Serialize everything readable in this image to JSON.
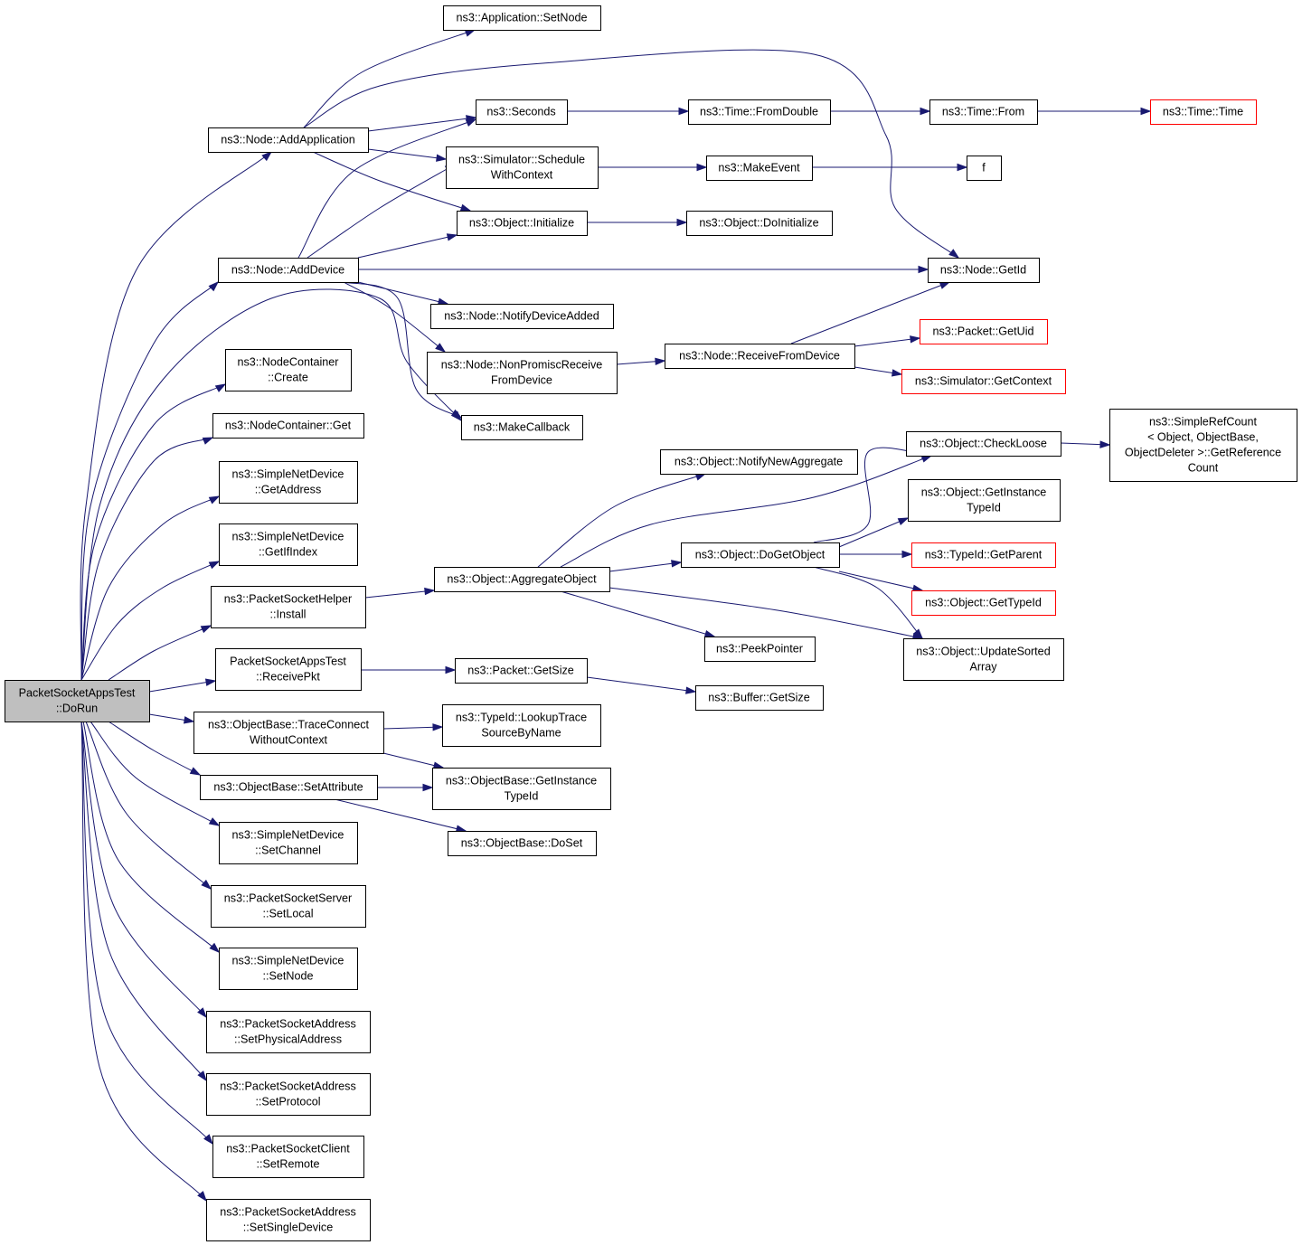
{
  "colors": {
    "edge": "#191970",
    "root_fill": "#bfbfbf",
    "node_fill": "#ffffff",
    "node_border": "#000000",
    "truncated_border": "#ff0000"
  },
  "nodes": [
    {
      "id": "root",
      "lines": [
        "PacketSocketAppsTest",
        "::DoRun"
      ],
      "style": "root"
    },
    {
      "id": "addApp",
      "lines": [
        "ns3::Node::AddApplication"
      ],
      "style": "plain"
    },
    {
      "id": "addDev",
      "lines": [
        "ns3::Node::AddDevice"
      ],
      "style": "plain"
    },
    {
      "id": "ncCreate",
      "lines": [
        "ns3::NodeContainer",
        "::Create"
      ],
      "style": "plain"
    },
    {
      "id": "ncGet",
      "lines": [
        "ns3::NodeContainer::Get"
      ],
      "style": "plain"
    },
    {
      "id": "sndGetAddr",
      "lines": [
        "ns3::SimpleNetDevice",
        "::GetAddress"
      ],
      "style": "plain"
    },
    {
      "id": "sndGetIf",
      "lines": [
        "ns3::SimpleNetDevice",
        "::GetIfIndex"
      ],
      "style": "plain"
    },
    {
      "id": "pshInstall",
      "lines": [
        "ns3::PacketSocketHelper",
        "::Install"
      ],
      "style": "plain"
    },
    {
      "id": "recvPkt",
      "lines": [
        "PacketSocketAppsTest",
        "::ReceivePkt"
      ],
      "style": "plain"
    },
    {
      "id": "traceConn",
      "lines": [
        "ns3::ObjectBase::TraceConnect",
        "WithoutContext"
      ],
      "style": "plain"
    },
    {
      "id": "setAttr",
      "lines": [
        "ns3::ObjectBase::SetAttribute"
      ],
      "style": "plain"
    },
    {
      "id": "sndSetCh",
      "lines": [
        "ns3::SimpleNetDevice",
        "::SetChannel"
      ],
      "style": "plain"
    },
    {
      "id": "pssSetLocal",
      "lines": [
        "ns3::PacketSocketServer",
        "::SetLocal"
      ],
      "style": "plain"
    },
    {
      "id": "sndSetNode",
      "lines": [
        "ns3::SimpleNetDevice",
        "::SetNode"
      ],
      "style": "plain"
    },
    {
      "id": "psaSetPhys",
      "lines": [
        "ns3::PacketSocketAddress",
        "::SetPhysicalAddress"
      ],
      "style": "plain"
    },
    {
      "id": "psaSetProto",
      "lines": [
        "ns3::PacketSocketAddress",
        "::SetProtocol"
      ],
      "style": "plain"
    },
    {
      "id": "pscSetRemote",
      "lines": [
        "ns3::PacketSocketClient",
        "::SetRemote"
      ],
      "style": "plain"
    },
    {
      "id": "psaSetSingle",
      "lines": [
        "ns3::PacketSocketAddress",
        "::SetSingleDevice"
      ],
      "style": "plain"
    },
    {
      "id": "appSetNode",
      "lines": [
        "ns3::Application::SetNode"
      ],
      "style": "plain"
    },
    {
      "id": "seconds",
      "lines": [
        "ns3::Seconds"
      ],
      "style": "plain"
    },
    {
      "id": "schedCtx",
      "lines": [
        "ns3::Simulator::Schedule",
        "WithContext"
      ],
      "style": "plain"
    },
    {
      "id": "objInit",
      "lines": [
        "ns3::Object::Initialize"
      ],
      "style": "plain"
    },
    {
      "id": "notifyDev",
      "lines": [
        "ns3::Node::NotifyDeviceAdded"
      ],
      "style": "plain"
    },
    {
      "id": "nonPromisc",
      "lines": [
        "ns3::Node::NonPromiscReceive",
        "FromDevice"
      ],
      "style": "plain"
    },
    {
      "id": "makeCb",
      "lines": [
        "ns3::MakeCallback"
      ],
      "style": "plain"
    },
    {
      "id": "aggObj",
      "lines": [
        "ns3::Object::AggregateObject"
      ],
      "style": "plain"
    },
    {
      "id": "pktGetSize",
      "lines": [
        "ns3::Packet::GetSize"
      ],
      "style": "plain"
    },
    {
      "id": "lookupTrace",
      "lines": [
        "ns3::TypeId::LookupTrace",
        "SourceByName"
      ],
      "style": "plain"
    },
    {
      "id": "obGetTid",
      "lines": [
        "ns3::ObjectBase::GetInstance",
        "TypeId"
      ],
      "style": "plain"
    },
    {
      "id": "obDoSet",
      "lines": [
        "ns3::ObjectBase::DoSet"
      ],
      "style": "plain"
    },
    {
      "id": "fromDouble",
      "lines": [
        "ns3::Time::FromDouble"
      ],
      "style": "plain"
    },
    {
      "id": "makeEvent",
      "lines": [
        "ns3::MakeEvent"
      ],
      "style": "plain"
    },
    {
      "id": "doInit",
      "lines": [
        "ns3::Object::DoInitialize"
      ],
      "style": "plain"
    },
    {
      "id": "recvFromDev",
      "lines": [
        "ns3::Node::ReceiveFromDevice"
      ],
      "style": "plain"
    },
    {
      "id": "notifyAgg",
      "lines": [
        "ns3::Object::NotifyNewAggregate"
      ],
      "style": "plain"
    },
    {
      "id": "doGetObj",
      "lines": [
        "ns3::Object::DoGetObject"
      ],
      "style": "plain"
    },
    {
      "id": "peekPtr",
      "lines": [
        "ns3::PeekPointer"
      ],
      "style": "plain"
    },
    {
      "id": "bufGetSize",
      "lines": [
        "ns3::Buffer::GetSize"
      ],
      "style": "plain"
    },
    {
      "id": "timeFrom",
      "lines": [
        "ns3::Time::From"
      ],
      "style": "plain"
    },
    {
      "id": "f",
      "lines": [
        "f"
      ],
      "style": "plain"
    },
    {
      "id": "nodeGetId",
      "lines": [
        "ns3::Node::GetId"
      ],
      "style": "plain"
    },
    {
      "id": "pktGetUid",
      "lines": [
        "ns3::Packet::GetUid"
      ],
      "style": "trunc"
    },
    {
      "id": "simGetCtx",
      "lines": [
        "ns3::Simulator::GetContext"
      ],
      "style": "trunc"
    },
    {
      "id": "checkLoose",
      "lines": [
        "ns3::Object::CheckLoose"
      ],
      "style": "plain"
    },
    {
      "id": "objGetTid",
      "lines": [
        "ns3::Object::GetInstance",
        "TypeId"
      ],
      "style": "plain"
    },
    {
      "id": "tidGetParent",
      "lines": [
        "ns3::TypeId::GetParent"
      ],
      "style": "trunc"
    },
    {
      "id": "objGetTypeId",
      "lines": [
        "ns3::Object::GetTypeId"
      ],
      "style": "trunc"
    },
    {
      "id": "updSorted",
      "lines": [
        "ns3::Object::UpdateSorted",
        "Array"
      ],
      "style": "plain"
    },
    {
      "id": "timeTime",
      "lines": [
        "ns3::Time::Time"
      ],
      "style": "trunc"
    },
    {
      "id": "refCount",
      "lines": [
        "ns3::SimpleRefCount",
        "< Object, ObjectBase,",
        "ObjectDeleter >::GetReference",
        "Count"
      ],
      "style": "plain"
    }
  ],
  "edges": [
    {
      "from": "root",
      "to": "addApp"
    },
    {
      "from": "root",
      "to": "addDev"
    },
    {
      "from": "root",
      "to": "makeCb"
    },
    {
      "from": "root",
      "to": "ncCreate"
    },
    {
      "from": "root",
      "to": "ncGet"
    },
    {
      "from": "root",
      "to": "sndGetAddr"
    },
    {
      "from": "root",
      "to": "sndGetIf"
    },
    {
      "from": "root",
      "to": "pshInstall"
    },
    {
      "from": "root",
      "to": "recvPkt"
    },
    {
      "from": "root",
      "to": "traceConn"
    },
    {
      "from": "root",
      "to": "setAttr"
    },
    {
      "from": "root",
      "to": "sndSetCh"
    },
    {
      "from": "root",
      "to": "pssSetLocal"
    },
    {
      "from": "root",
      "to": "sndSetNode"
    },
    {
      "from": "root",
      "to": "psaSetPhys"
    },
    {
      "from": "root",
      "to": "psaSetProto"
    },
    {
      "from": "root",
      "to": "pscSetRemote"
    },
    {
      "from": "root",
      "to": "psaSetSingle"
    },
    {
      "from": "addApp",
      "to": "appSetNode"
    },
    {
      "from": "addApp",
      "to": "nodeGetId"
    },
    {
      "from": "addApp",
      "to": "seconds"
    },
    {
      "from": "addApp",
      "to": "schedCtx"
    },
    {
      "from": "addApp",
      "to": "objInit"
    },
    {
      "from": "addDev",
      "to": "seconds"
    },
    {
      "from": "addDev",
      "to": "schedCtx"
    },
    {
      "from": "addDev",
      "to": "objInit"
    },
    {
      "from": "addDev",
      "to": "nodeGetId"
    },
    {
      "from": "addDev",
      "to": "notifyDev"
    },
    {
      "from": "addDev",
      "to": "nonPromisc"
    },
    {
      "from": "addDev",
      "to": "makeCb"
    },
    {
      "from": "seconds",
      "to": "fromDouble"
    },
    {
      "from": "fromDouble",
      "to": "timeFrom"
    },
    {
      "from": "timeFrom",
      "to": "timeTime"
    },
    {
      "from": "schedCtx",
      "to": "makeEvent"
    },
    {
      "from": "makeEvent",
      "to": "f"
    },
    {
      "from": "objInit",
      "to": "doInit"
    },
    {
      "from": "nonPromisc",
      "to": "recvFromDev"
    },
    {
      "from": "recvFromDev",
      "to": "nodeGetId"
    },
    {
      "from": "recvFromDev",
      "to": "pktGetUid"
    },
    {
      "from": "recvFromDev",
      "to": "simGetCtx"
    },
    {
      "from": "pshInstall",
      "to": "aggObj"
    },
    {
      "from": "aggObj",
      "to": "notifyAgg"
    },
    {
      "from": "aggObj",
      "to": "checkLoose"
    },
    {
      "from": "aggObj",
      "to": "doGetObj"
    },
    {
      "from": "aggObj",
      "to": "peekPtr"
    },
    {
      "from": "aggObj",
      "to": "updSorted"
    },
    {
      "from": "doGetObj",
      "to": "checkLoose"
    },
    {
      "from": "doGetObj",
      "to": "objGetTid"
    },
    {
      "from": "doGetObj",
      "to": "tidGetParent"
    },
    {
      "from": "doGetObj",
      "to": "objGetTypeId"
    },
    {
      "from": "doGetObj",
      "to": "updSorted"
    },
    {
      "from": "checkLoose",
      "to": "refCount"
    },
    {
      "from": "recvPkt",
      "to": "pktGetSize"
    },
    {
      "from": "pktGetSize",
      "to": "bufGetSize"
    },
    {
      "from": "traceConn",
      "to": "lookupTrace"
    },
    {
      "from": "traceConn",
      "to": "obGetTid"
    },
    {
      "from": "setAttr",
      "to": "obGetTid"
    },
    {
      "from": "setAttr",
      "to": "obDoSet"
    }
  ]
}
